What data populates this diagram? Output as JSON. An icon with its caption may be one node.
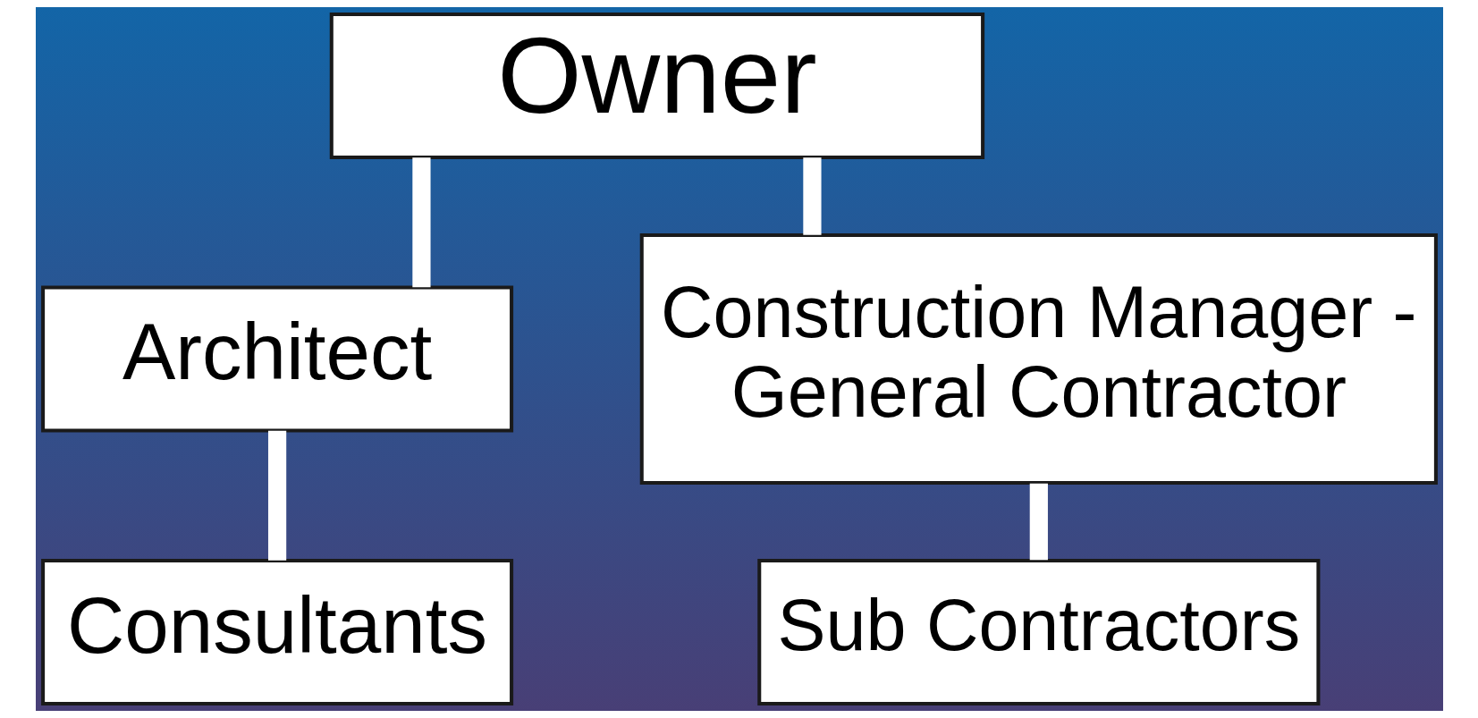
{
  "diagram": {
    "nodes": [
      {
        "text": [
          "Owner"
        ]
      },
      {
        "text": [
          "Architect"
        ]
      },
      {
        "text": [
          "Consultants"
        ]
      },
      {
        "text": [
          "Construction Manager - General Contractor"
        ]
      },
      {
        "text": [
          "Sub Contractors"
        ]
      }
    ],
    "edges": [
      {
        "from": 0,
        "to": 1,
        "arrow": "none"
      },
      {
        "from": 1,
        "to": 2,
        "arrow": "none"
      },
      {
        "from": 0,
        "to": 3,
        "arrow": "none"
      },
      {
        "from": 3,
        "to": 4,
        "arrow": "none"
      }
    ]
  }
}
